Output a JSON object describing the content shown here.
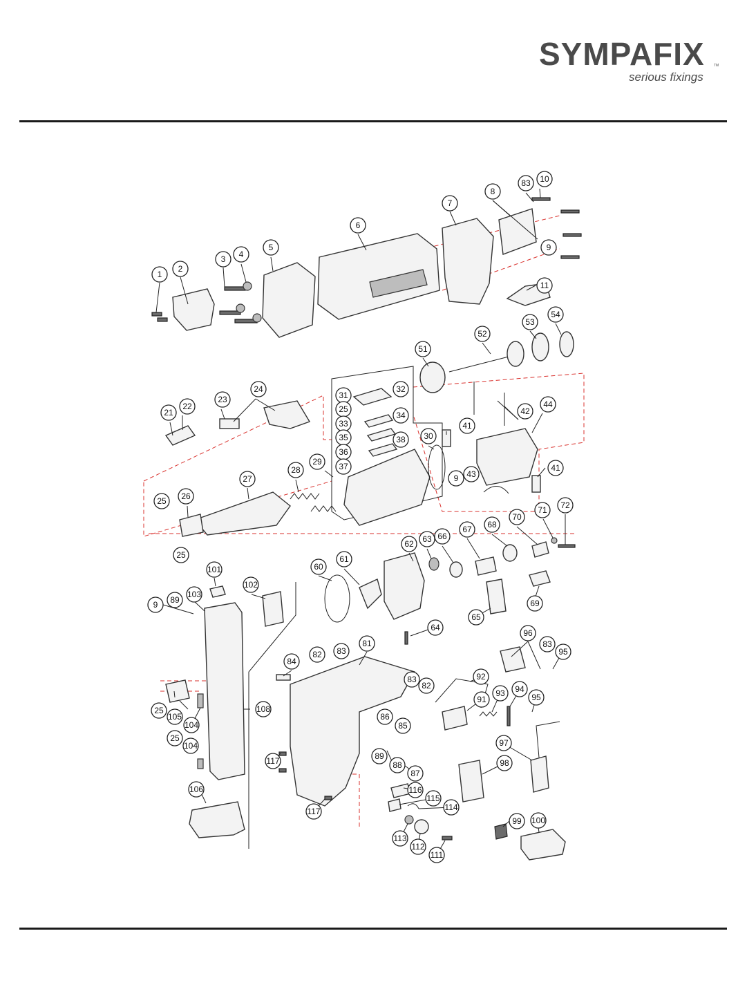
{
  "header": {
    "brand": "SYMPAFIX",
    "tagline": "serious fixings",
    "trademark": "TM"
  },
  "diagram": {
    "colors": {
      "line": "#222222",
      "assembly_dash": "#d9302c",
      "part_fill": "#f3f3f3",
      "dark_fill": "#6b6b6b"
    },
    "callouts": [
      {
        "id": "c1",
        "label": "1"
      },
      {
        "id": "c2",
        "label": "2"
      },
      {
        "id": "c3",
        "label": "3"
      },
      {
        "id": "c4",
        "label": "4"
      },
      {
        "id": "c5",
        "label": "5"
      },
      {
        "id": "c6",
        "label": "6"
      },
      {
        "id": "c7",
        "label": "7"
      },
      {
        "id": "c8",
        "label": "8"
      },
      {
        "id": "c9a",
        "label": "9"
      },
      {
        "id": "c10",
        "label": "10"
      },
      {
        "id": "c11",
        "label": "11"
      },
      {
        "id": "c83a",
        "label": "83"
      },
      {
        "id": "c51",
        "label": "51"
      },
      {
        "id": "c52",
        "label": "52"
      },
      {
        "id": "c53",
        "label": "53"
      },
      {
        "id": "c54",
        "label": "54"
      },
      {
        "id": "c21",
        "label": "21"
      },
      {
        "id": "c22",
        "label": "22"
      },
      {
        "id": "c23",
        "label": "23"
      },
      {
        "id": "c24",
        "label": "24"
      },
      {
        "id": "c31",
        "label": "31"
      },
      {
        "id": "c32",
        "label": "32"
      },
      {
        "id": "c25a",
        "label": "25"
      },
      {
        "id": "c33",
        "label": "33"
      },
      {
        "id": "c34",
        "label": "34"
      },
      {
        "id": "c35",
        "label": "35"
      },
      {
        "id": "c36",
        "label": "36"
      },
      {
        "id": "c37",
        "label": "37"
      },
      {
        "id": "c38",
        "label": "38"
      },
      {
        "id": "c29",
        "label": "29"
      },
      {
        "id": "c30",
        "label": "30"
      },
      {
        "id": "c41a",
        "label": "41"
      },
      {
        "id": "c42",
        "label": "42"
      },
      {
        "id": "c44",
        "label": "44"
      },
      {
        "id": "c9b",
        "label": "9"
      },
      {
        "id": "c43",
        "label": "43"
      },
      {
        "id": "c41b",
        "label": "41"
      },
      {
        "id": "c25b",
        "label": "25"
      },
      {
        "id": "c26",
        "label": "26"
      },
      {
        "id": "c27",
        "label": "27"
      },
      {
        "id": "c28",
        "label": "28"
      },
      {
        "id": "c25c",
        "label": "25"
      },
      {
        "id": "c62",
        "label": "62"
      },
      {
        "id": "c63",
        "label": "63"
      },
      {
        "id": "c66",
        "label": "66"
      },
      {
        "id": "c67",
        "label": "67"
      },
      {
        "id": "c68",
        "label": "68"
      },
      {
        "id": "c70",
        "label": "70"
      },
      {
        "id": "c71",
        "label": "71"
      },
      {
        "id": "c72",
        "label": "72"
      },
      {
        "id": "c60",
        "label": "60"
      },
      {
        "id": "c61",
        "label": "61"
      },
      {
        "id": "c65",
        "label": "65"
      },
      {
        "id": "c69",
        "label": "69"
      },
      {
        "id": "c64",
        "label": "64"
      },
      {
        "id": "c101",
        "label": "101"
      },
      {
        "id": "c102",
        "label": "102"
      },
      {
        "id": "c9c",
        "label": "9"
      },
      {
        "id": "c89a",
        "label": "89"
      },
      {
        "id": "c103",
        "label": "103"
      },
      {
        "id": "c82a",
        "label": "82"
      },
      {
        "id": "c83b",
        "label": "83"
      },
      {
        "id": "c81",
        "label": "81"
      },
      {
        "id": "c96",
        "label": "96"
      },
      {
        "id": "c83c",
        "label": "83"
      },
      {
        "id": "c95a",
        "label": "95"
      },
      {
        "id": "c84",
        "label": "84"
      },
      {
        "id": "c108",
        "label": "108"
      },
      {
        "id": "c83d",
        "label": "83"
      },
      {
        "id": "c82b",
        "label": "82"
      },
      {
        "id": "c92",
        "label": "92"
      },
      {
        "id": "c91",
        "label": "91"
      },
      {
        "id": "c93",
        "label": "93"
      },
      {
        "id": "c94",
        "label": "94"
      },
      {
        "id": "c95b",
        "label": "95"
      },
      {
        "id": "c25d",
        "label": "25"
      },
      {
        "id": "c105",
        "label": "105"
      },
      {
        "id": "c104a",
        "label": "104"
      },
      {
        "id": "c86",
        "label": "86"
      },
      {
        "id": "c85",
        "label": "85"
      },
      {
        "id": "c25e",
        "label": "25"
      },
      {
        "id": "c104b",
        "label": "104"
      },
      {
        "id": "c97",
        "label": "97"
      },
      {
        "id": "c117a",
        "label": "117"
      },
      {
        "id": "c89b",
        "label": "89"
      },
      {
        "id": "c88",
        "label": "88"
      },
      {
        "id": "c87",
        "label": "87"
      },
      {
        "id": "c98",
        "label": "98"
      },
      {
        "id": "c106",
        "label": "106"
      },
      {
        "id": "c116",
        "label": "116"
      },
      {
        "id": "c115",
        "label": "115"
      },
      {
        "id": "c114",
        "label": "114"
      },
      {
        "id": "c117b",
        "label": "117"
      },
      {
        "id": "c99",
        "label": "99"
      },
      {
        "id": "c100",
        "label": "100"
      },
      {
        "id": "c113",
        "label": "113"
      },
      {
        "id": "c112",
        "label": "112"
      },
      {
        "id": "c111",
        "label": "111"
      }
    ]
  }
}
